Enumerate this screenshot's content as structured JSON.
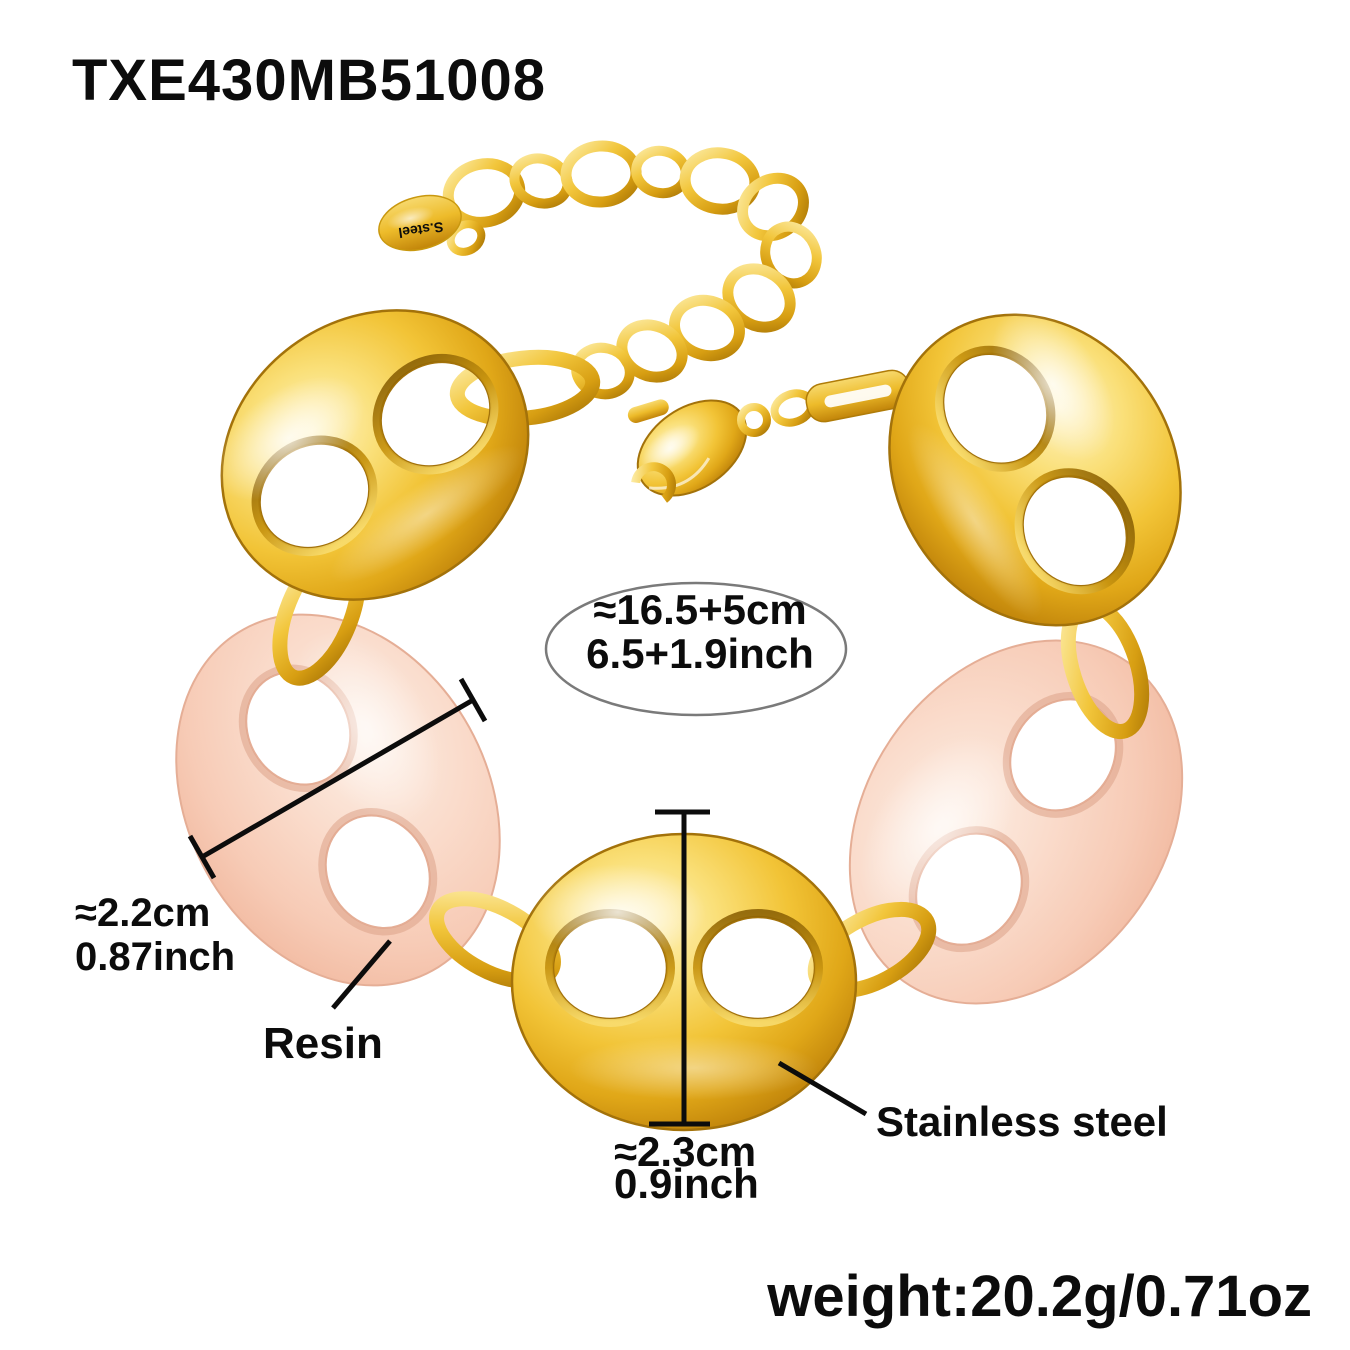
{
  "page": {
    "background": "#ffffff"
  },
  "product": {
    "code": "TXE430MB51008",
    "weight_label": "weight:20.2g/0.71oz"
  },
  "bracelet": {
    "tag_engraving": "S.steel",
    "materials": {
      "resin_label": "Resin",
      "steel_label": "Stainless steel"
    },
    "colors": {
      "gold": "#F2C437",
      "gold_dark": "#9C6B05",
      "gold_light": "#FFF3C4",
      "resin_pink": "#F7CBB6",
      "resin_light": "#FDEFE5",
      "annotation_line": "#0c0c0c"
    }
  },
  "measurements": {
    "total_length": {
      "cm": "≈16.5+5cm",
      "inch": "6.5+1.9inch"
    },
    "resin_link_width": {
      "cm": "≈2.2cm",
      "inch": "0.87inch"
    },
    "steel_link_height": {
      "cm": "≈2.3cm",
      "inch": "0.9inch"
    }
  }
}
